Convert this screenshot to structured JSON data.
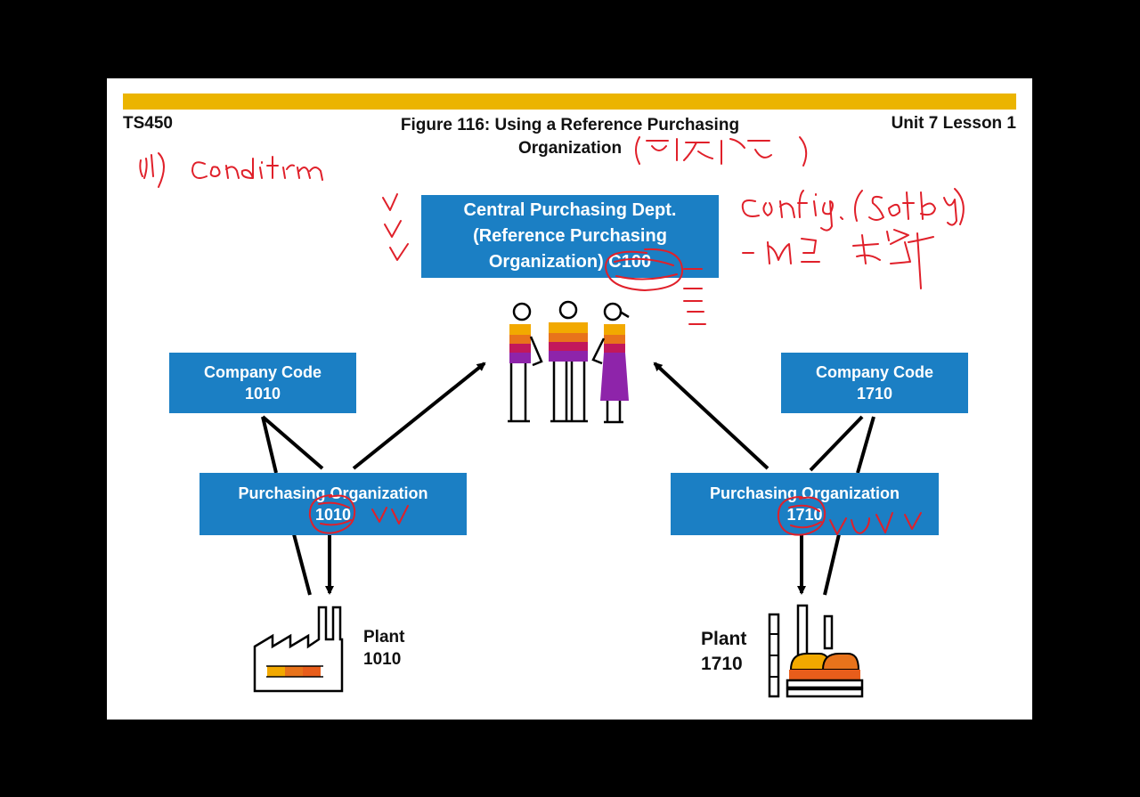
{
  "header": {
    "course_code": "TS450",
    "title_line1": "Figure 116: Using a Reference Purchasing",
    "title_line2": "Organization",
    "unit": "Unit 7 Lesson 1"
  },
  "colors": {
    "gold": "#ebb400",
    "box_blue": "#1b7fc4",
    "ink_red": "#e0202a"
  },
  "central": {
    "line1": "Central Purchasing Dept.",
    "line2": "(Reference Purchasing",
    "line3": "Organization) C100"
  },
  "company_left": {
    "label": "Company Code",
    "code": "1010"
  },
  "company_right": {
    "label": "Company Code",
    "code": "1710"
  },
  "porg_left": {
    "label": "Purchasing Organization",
    "code": "1010"
  },
  "porg_right": {
    "label": "Purchasing Organization",
    "code": "1710"
  },
  "plant_left": {
    "label": "Plant",
    "code": "1010"
  },
  "plant_right": {
    "label": "Plant",
    "code": "1710"
  },
  "icons": [
    "people-group-icon",
    "factory-icon",
    "refinery-icon"
  ]
}
